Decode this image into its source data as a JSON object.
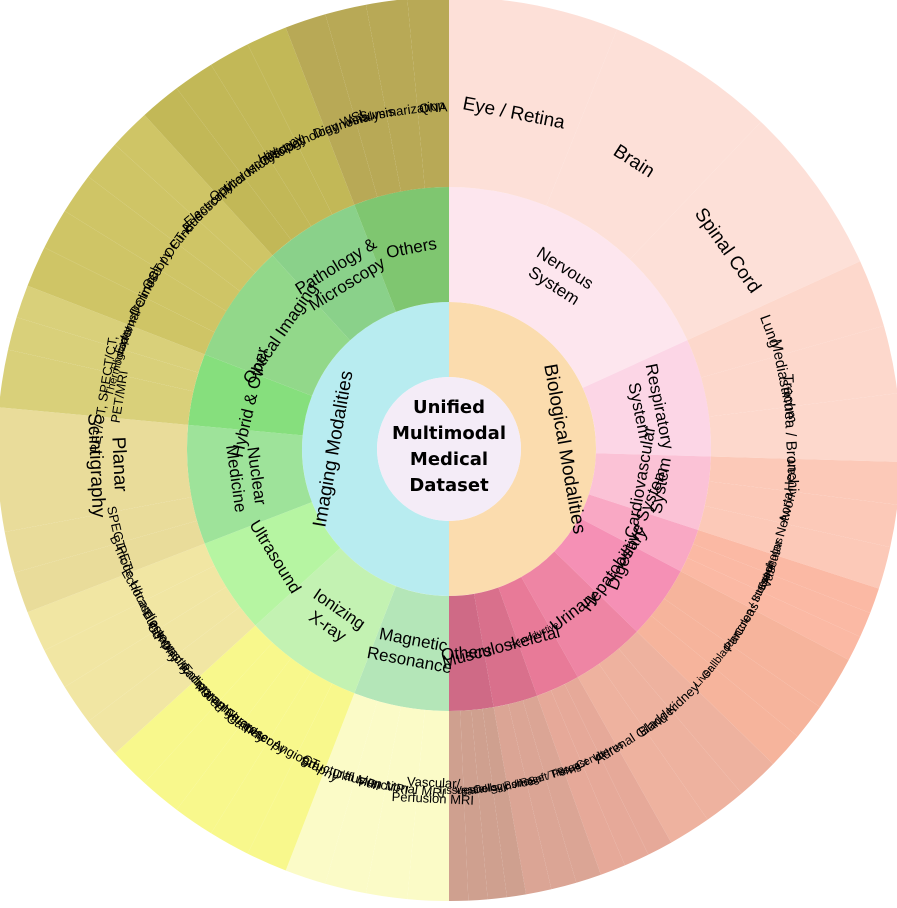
{
  "center_lines": [
    "Unified",
    "Multimodal",
    "Medical",
    "Dataset"
  ],
  "rings": [
    {
      "name": "Imaging Modalities",
      "color": "#b8ecf0",
      "a0": 180,
      "a1": 360,
      "children": [
        {
          "name": "Magnetic Resonance",
          "lines": [
            "Magnetic",
            "Resonance"
          ],
          "weight": 4,
          "color": "#b4e6b8",
          "leaves": [
            {
              "lines": [
                "Vascular/",
                "Perfusion MRI"
              ],
              "weight": 1,
              "color": "#fbfbc7"
            },
            {
              "lines": [
                "Functional MRI"
              ],
              "weight": 1,
              "color": "#fbfbc7"
            },
            {
              "lines": [
                "Diffusion MRI"
              ],
              "weight": 1,
              "color": "#fbfbc7"
            },
            {
              "lines": [
                "Structural MRI"
              ],
              "weight": 1,
              "color": "#fbfbc7"
            }
          ]
        },
        {
          "name": "Ionizing X-ray",
          "lines": [
            "Ionizing",
            "X-ray"
          ],
          "weight": 5,
          "color": "#c3f2b2",
          "leaves": [
            {
              "lines": [
                "CT"
              ],
              "weight": 1,
              "color": "#f8f88c"
            },
            {
              "lines": [
                "Catheter Angiography"
              ],
              "weight": 1,
              "color": "#f8f88c"
            },
            {
              "lines": [
                "Fluoroscopy"
              ],
              "weight": 1,
              "color": "#f8f88c"
            },
            {
              "lines": [
                "Mammography"
              ],
              "weight": 1,
              "color": "#f8f88c"
            },
            {
              "lines": [
                "Radiography"
              ],
              "weight": 1,
              "color": "#f8f88c"
            }
          ]
        },
        {
          "name": "Ultrasound",
          "lines": [
            "Ultrasound"
          ],
          "weight": 4,
          "color": "#b6f5a2",
          "leaves": [
            {
              "lines": [
                "Contrast-Enhanced"
              ],
              "weight": 1,
              "color": "#f1e6a3"
            },
            {
              "lines": [
                "Elastography"
              ],
              "weight": 1,
              "color": "#f1e6a3"
            },
            {
              "lines": [
                "Echocardiography"
              ],
              "weight": 1,
              "color": "#f1e6a3"
            },
            {
              "lines": [
                "B-mode Ultrasound"
              ],
              "weight": 1,
              "color": "#f1e6a3"
            }
          ]
        },
        {
          "name": "Nuclear Medicine",
          "lines": [
            "Nuclear",
            "Medicine"
          ],
          "weight": 5,
          "color": "#9ee39a",
          "leaves": [
            {
              "lines": [
                "PET"
              ],
              "weight": 1,
              "color": "#e9dc9a"
            },
            {
              "lines": [
                "SPECT"
              ],
              "weight": 1,
              "color": "#e9dc9a"
            },
            {
              "lines": [
                "Planar",
                "Scintigraphy"
              ],
              "weight": 3,
              "color": "#e9dc9a"
            }
          ]
        },
        {
          "name": "Hybrid & Other",
          "lines": [
            "Hybrid & Other"
          ],
          "weight": 3,
          "color": "#86df7d",
          "leaves": [
            {
              "lines": [
                "PET/CT, SPECT/CT,",
                "PET/MRI"
              ],
              "weight": 1.4,
              "color": "#d9d07a"
            },
            {
              "lines": [
                "Thermography"
              ],
              "weight": 0.8,
              "color": "#d9d07a"
            },
            {
              "lines": [
                "Photoacoustic"
              ],
              "weight": 0.8,
              "color": "#d9d07a"
            }
          ]
        },
        {
          "name": "Optical Imaging",
          "lines": [
            "Optical Imaging"
          ],
          "weight": 5,
          "color": "#92d88a",
          "leaves": [
            {
              "lines": [
                "External Clinical"
              ],
              "weight": 1,
              "color": "#cfc566"
            },
            {
              "lines": [
                "Dermoscopy"
              ],
              "weight": 1,
              "color": "#cfc566"
            },
            {
              "lines": [
                "OCT / OCT-A"
              ],
              "weight": 1,
              "color": "#cfc566"
            },
            {
              "lines": [
                "Fundus"
              ],
              "weight": 1,
              "color": "#cfc566"
            },
            {
              "lines": [
                "Endoscopy"
              ],
              "weight": 1,
              "color": "#cfc566"
            }
          ]
        },
        {
          "name": "Pathology & Microscopy",
          "lines": [
            "Pathology &",
            "Microscopy"
          ],
          "weight": 4,
          "color": "#8ad18a",
          "leaves": [
            {
              "lines": [
                "Electron Microscopy"
              ],
              "weight": 1,
              "color": "#c2b857"
            },
            {
              "lines": [
                "Optical Microscopy"
              ],
              "weight": 1,
              "color": "#c2b857"
            },
            {
              "lines": [
                "Cytology"
              ],
              "weight": 1,
              "color": "#c2b857"
            },
            {
              "lines": [
                "Histopathology WSI"
              ],
              "weight": 1,
              "color": "#c2b857"
            }
          ]
        },
        {
          "name": "Others",
          "lines": [
            "Others"
          ],
          "weight": 4,
          "color": "#7fc670",
          "leaves": [
            {
              "lines": [
                "Diagnosis"
              ],
              "weight": 1,
              "color": "#b8a956"
            },
            {
              "lines": [
                "Analysis"
              ],
              "weight": 1,
              "color": "#b8a956"
            },
            {
              "lines": [
                "Summarization"
              ],
              "weight": 1,
              "color": "#b8a956"
            },
            {
              "lines": [
                "QNA"
              ],
              "weight": 1,
              "color": "#b8a956"
            }
          ]
        }
      ]
    },
    {
      "name": "Biological Modalities",
      "color": "#fbdcae",
      "a0": 0,
      "a1": 180,
      "children": [
        {
          "name": "Nervous System",
          "lines": [
            "Nervous",
            "System"
          ],
          "weight": 20,
          "color": "#fde6ee",
          "leaves": [
            {
              "lines": [
                "Eye / Retina"
              ],
              "weight": 1,
              "color": "#fde0d8"
            },
            {
              "lines": [
                "Brain"
              ],
              "weight": 1,
              "color": "#fde0d8"
            },
            {
              "lines": [
                "Spinal Cord"
              ],
              "weight": 1,
              "color": "#fde0d8"
            }
          ]
        },
        {
          "name": "Respiratory System",
          "lines": [
            "Respiratory",
            "System"
          ],
          "weight": 8,
          "color": "#fcd6e6",
          "leaves": [
            {
              "lines": [
                "Lung"
              ],
              "weight": 1,
              "color": "#fdd8cc"
            },
            {
              "lines": [
                "Mediastinum"
              ],
              "weight": 1,
              "color": "#fdd8cc"
            },
            {
              "lines": [
                "Trachea / Bronchi"
              ],
              "weight": 1,
              "color": "#fdd8cc"
            }
          ]
        },
        {
          "name": "Cardiovascular System",
          "lines": [
            "Cardiovascular",
            "System"
          ],
          "weight": 5,
          "color": "#fbc2d6",
          "leaves": [
            {
              "lines": [
                "Heart"
              ],
              "weight": 1,
              "color": "#fcc9b8"
            },
            {
              "lines": [
                "Aorta"
              ],
              "weight": 1,
              "color": "#fcc9b8"
            },
            {
              "lines": [
                "Vascular Network"
              ],
              "weight": 1,
              "color": "#fcc9b8"
            }
          ]
        },
        {
          "name": "Digestive System",
          "lines": [
            "Digestive System"
          ],
          "weight": 3,
          "color": "#f9a8c4",
          "leaves": [
            {
              "lines": [
                "Esophagus"
              ],
              "weight": 1,
              "color": "#fbb9a4"
            },
            {
              "lines": [
                "Stomach"
              ],
              "weight": 1,
              "color": "#fbb9a4"
            },
            {
              "lines": [
                "Colon / Intestine"
              ],
              "weight": 1,
              "color": "#fbb9a4"
            }
          ]
        },
        {
          "name": "Hepatobiliary",
          "lines": [
            "Hepatobiliary"
          ],
          "weight": 5,
          "color": "#f590b5",
          "leaves": [
            {
              "lines": [
                "Pancreas"
              ],
              "weight": 1.5,
              "color": "#f6b49c"
            },
            {
              "lines": [
                "Gallbladder"
              ],
              "weight": 1,
              "color": "#f6b49c"
            },
            {
              "lines": [
                "Liver"
              ],
              "weight": 1,
              "color": "#f6b49c"
            }
          ]
        },
        {
          "name": "Urinary",
          "lines": [
            "Urinary"
          ],
          "weight": 5,
          "color": "#ee85a4",
          "leaves": [
            {
              "lines": [
                "Kidney"
              ],
              "weight": 1,
              "color": "#eeb29f"
            },
            {
              "lines": [
                "Bladder"
              ],
              "weight": 1,
              "color": "#eeb29f"
            },
            {
              "lines": [
                "Adrenal Gland"
              ],
              "weight": 1,
              "color": "#eeb29f"
            }
          ]
        },
        {
          "name": "Reproductive",
          "lines": [
            "Reproductive"
          ],
          "weight": 3,
          "color": "#e87a98",
          "small": true,
          "leaves": [
            {
              "lines": [
                "Uterus"
              ],
              "weight": 1,
              "color": "#e6a999"
            },
            {
              "lines": [
                "Cervix"
              ],
              "weight": 1,
              "color": "#e6a999"
            },
            {
              "lines": [
                "Breast"
              ],
              "weight": 1,
              "color": "#e6a999"
            }
          ]
        },
        {
          "name": "Musculoskeletal",
          "lines": [
            "Musculoskeletal"
          ],
          "weight": 3,
          "color": "#d9708c",
          "leaves": [
            {
              "lines": [
                "Soft Tissue"
              ],
              "weight": 1,
              "color": "#dba595"
            },
            {
              "lines": [
                "Skin / Face / Pelvis"
              ],
              "weight": 1,
              "color": "#dba595"
            },
            {
              "lines": [
                "Bone"
              ],
              "weight": 1,
              "color": "#dba595"
            }
          ]
        },
        {
          "name": "Others",
          "lines": [
            "Others"
          ],
          "weight": 3,
          "color": "#cf6a86",
          "leaves": [
            {
              "lines": [
                "pathology slides"
              ],
              "weight": 1,
              "color": "#cfa08f"
            },
            {
              "lines": [
                "Cells"
              ],
              "weight": 1,
              "color": "#cfa08f"
            },
            {
              "lines": [
                "Vessel"
              ],
              "weight": 1,
              "color": "#cfa08f"
            },
            {
              "lines": [
                "Tissues"
              ],
              "weight": 1,
              "color": "#cfa08f"
            }
          ]
        }
      ]
    }
  ]
}
